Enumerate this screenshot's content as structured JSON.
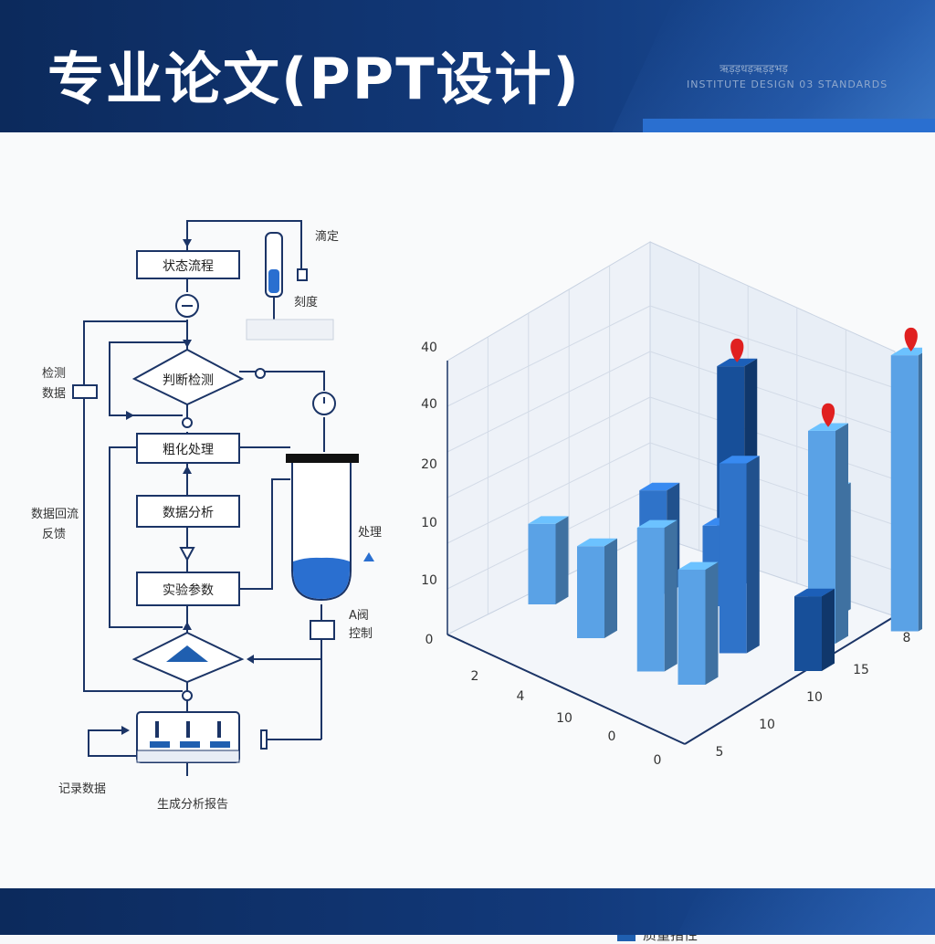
{
  "header": {
    "title": "专业论文(PPT设计)",
    "subtitle_1": "ऋड़ड़धड़ऋड़ड़भड़",
    "subtitle_2": "INSTITUTE DESIGN 03 STANDARDS"
  },
  "flowchart": {
    "box_1": "状态流程",
    "box_2": "粗化处理",
    "box_3": "数据分析",
    "box_4": "实验参数",
    "diamond_1": "判断检测",
    "label_top_right": "滴定",
    "label_small_box": "刻度",
    "label_left_1a": "检测",
    "label_left_1b": "数据",
    "label_left_2a": "数据回流",
    "label_left_2b": "反馈",
    "label_tube": "处理",
    "label_valve_a": "A阀",
    "label_valve_b": "控制",
    "label_bottom_left": "记录数据",
    "label_bottom": "生成分析报告"
  },
  "colors": {
    "header_bg": "#12397a",
    "bar_light": "#5aa2e6",
    "bar_mid": "#2f73c9",
    "bar_dark": "#174f99",
    "marker": "#e02020",
    "line": "#1b3466"
  },
  "chart_data": {
    "type": "bar",
    "ylabel_ticks": [
      "0",
      "10",
      "10",
      "20",
      "40",
      "40"
    ],
    "x_ticks": [
      "2",
      "4",
      "10",
      "0",
      "0"
    ],
    "z_ticks": [
      "8",
      "15",
      "10",
      "10",
      "5"
    ],
    "legend": "质量指性",
    "values": [
      14,
      16,
      18,
      38,
      25,
      33,
      14,
      22,
      20,
      37,
      13,
      48
    ],
    "markers": [
      false,
      false,
      false,
      true,
      false,
      false,
      false,
      true,
      false,
      true,
      false,
      true
    ]
  }
}
